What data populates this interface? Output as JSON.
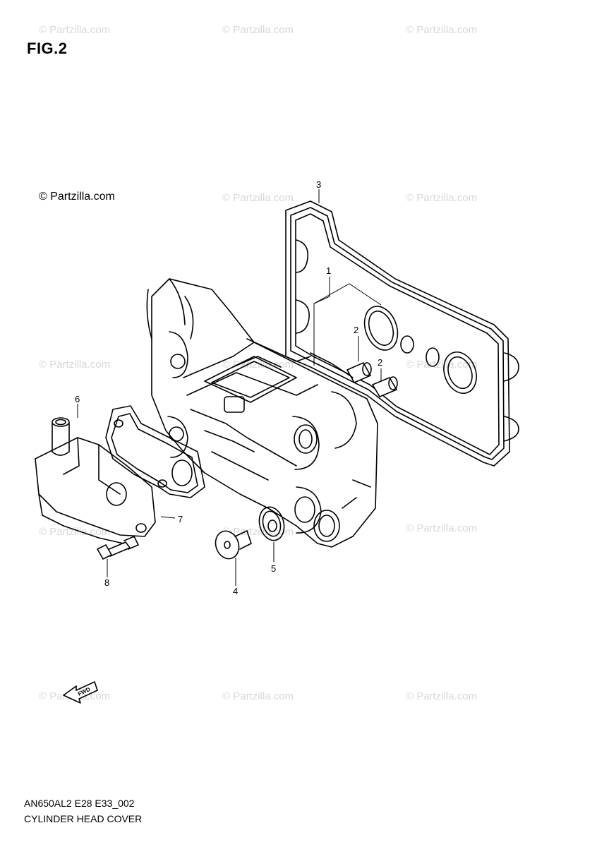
{
  "figure_title": "FIG.2",
  "copyright_notice": "© Partzilla.com",
  "watermark_text": "© Partzilla.com",
  "callouts": {
    "c1": "1",
    "c2a": "2",
    "c2b": "2",
    "c3": "3",
    "c4": "4",
    "c5": "5",
    "c6": "6",
    "c7": "7",
    "c8": "8"
  },
  "direction_label": "FWD",
  "footer": {
    "code": "AN650AL2 E28 E33_002",
    "name": "CYLINDER HEAD COVER"
  },
  "colors": {
    "line": "#000000",
    "watermark": "#d8d8d8"
  }
}
